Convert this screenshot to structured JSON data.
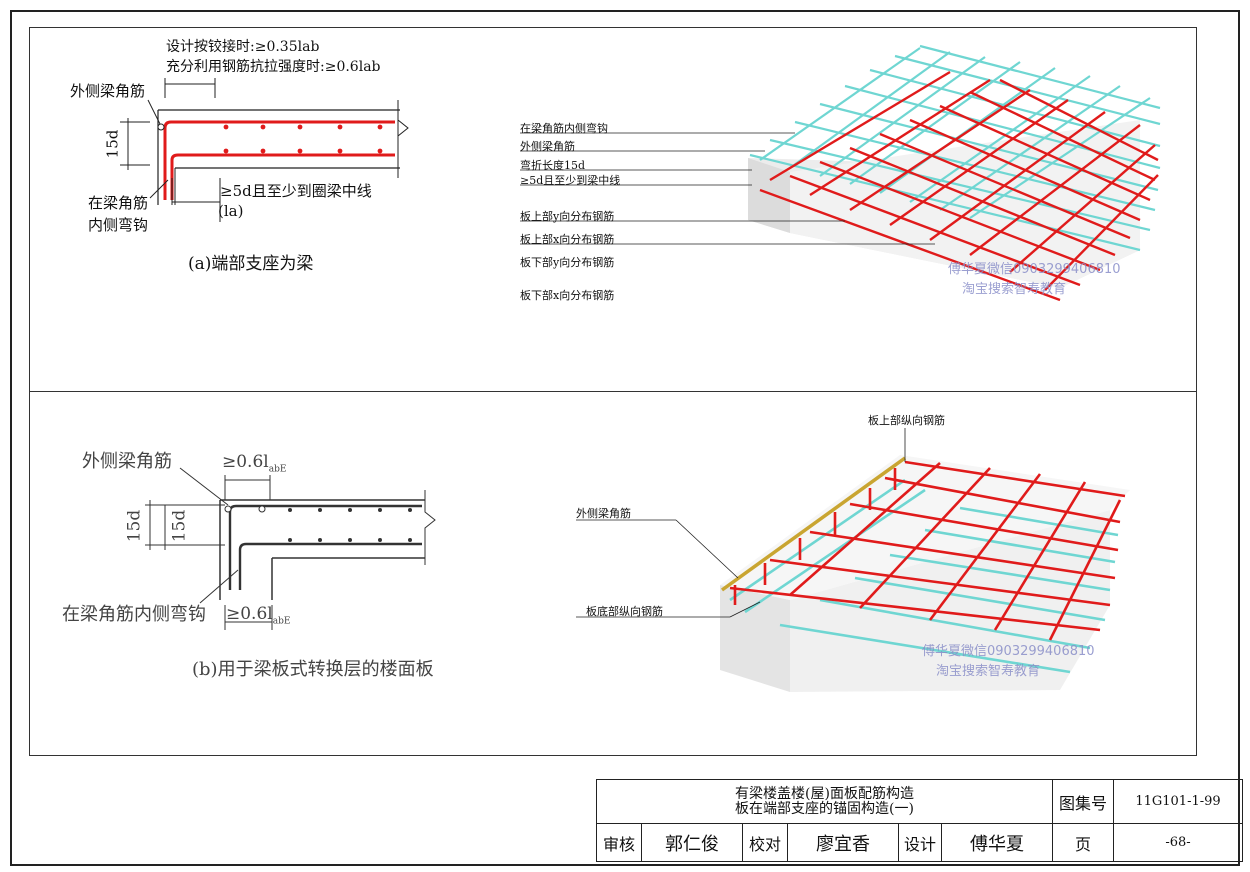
{
  "top_panel": {
    "drawing_a": {
      "note_line1": "设计按铰接时:≥0.35lab",
      "note_line2": "充分利用钢筋抗拉强度时:≥0.6lab",
      "outer_corner_bar": "外侧梁角筋",
      "dim_15d": "15d",
      "inner_hook_line1": "在梁角筋",
      "inner_hook_line2": "内侧弯钩",
      "embed_line1": "≥5d且至少到圈梁中线",
      "embed_line2": "(la)",
      "caption": "(a)端部支座为梁"
    },
    "iso_a_labels": [
      "在梁角筋内侧弯钩",
      "外侧梁角筋",
      "弯折长度15d",
      "≥5d且至少到梁中线",
      "板上部y向分布钢筋",
      "板上部x向分布钢筋",
      "板下部y向分布钢筋",
      "板下部x向分布钢筋"
    ],
    "watermark_line1": "傅华夏微信0903299406810",
    "watermark_line2": "淘宝搜索智寿教育"
  },
  "bottom_panel": {
    "drawing_b": {
      "outer_corner_bar": "外侧梁角筋",
      "dim_06_top": "≥0.6l",
      "dim_sub": "abE",
      "dim_15d_a": "15d",
      "dim_15d_b": "15d",
      "inner_hook": "在梁角筋内侧弯钩",
      "dim_06_bottom": "≥0.6l",
      "caption": "(b)用于梁板式转换层的楼面板"
    },
    "iso_b_labels": {
      "top_bars": "板上部纵向钢筋",
      "outer_bar": "外侧梁角筋",
      "bottom_bars": "板底部纵向钢筋"
    },
    "watermark_line1": "傅华夏微信0903299406810",
    "watermark_line2": "淘宝搜索智寿教育"
  },
  "title_block": {
    "title_line1": "有梁楼盖楼(屋)面板配筋构造",
    "title_line2": "板在端部支座的锚固构造(一)",
    "atlas_label": "图集号",
    "atlas_value": "11G101-1-99",
    "review_label": "审核",
    "review_name": "郭仁俊",
    "check_label": "校对",
    "check_name": "廖宜香",
    "design_label": "设计",
    "design_name": "傅华夏",
    "page_label": "页",
    "page_value": "-68-"
  },
  "colors": {
    "rebar_red": "#e01b1b",
    "rebar_cyan": "#6fd6d2",
    "rebar_yellow": "#c9a531",
    "watermark": "#8a8fc9"
  }
}
